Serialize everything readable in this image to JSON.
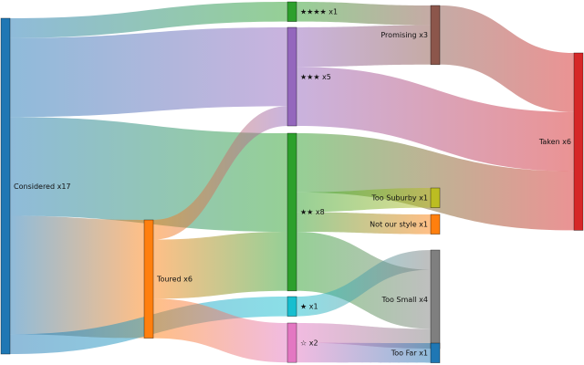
{
  "chart_data": {
    "type": "sankey",
    "nodes": [
      {
        "id": "considered",
        "label": "Considered x17",
        "column": 0,
        "color": "#1f77b4"
      },
      {
        "id": "toured",
        "label": "Toured x6",
        "column": 1,
        "color": "#ff7f0e"
      },
      {
        "id": "r4",
        "label": "★★★★ x1",
        "column": 2,
        "color": "#2ca02c"
      },
      {
        "id": "r3",
        "label": "★★★ x5",
        "column": 2,
        "color": "#9467bd"
      },
      {
        "id": "r2",
        "label": "★★ x8",
        "column": 2,
        "color": "#2ca02c"
      },
      {
        "id": "r1",
        "label": "★ x1",
        "column": 2,
        "color": "#17becf"
      },
      {
        "id": "r0",
        "label": "☆ x2",
        "column": 2,
        "color": "#e377c2"
      },
      {
        "id": "promising",
        "label": "Promising x3",
        "column": 3,
        "color": "#8c564b"
      },
      {
        "id": "suburby",
        "label": "Too Suburby x1",
        "column": 3,
        "color": "#bcbd22"
      },
      {
        "id": "notstyle",
        "label": "Not our style x1",
        "column": 3,
        "color": "#ff7f0e"
      },
      {
        "id": "toosmall",
        "label": "Too Small x4",
        "column": 3,
        "color": "#7f7f7f"
      },
      {
        "id": "toofar",
        "label": "Too Far x1",
        "column": 3,
        "color": "#1f77b4"
      },
      {
        "id": "taken",
        "label": "Taken x6",
        "column": 4,
        "color": "#d62728"
      }
    ],
    "links": [
      {
        "source": "considered",
        "target": "r4",
        "value": 1
      },
      {
        "source": "considered",
        "target": "r3",
        "value": 4
      },
      {
        "source": "considered",
        "target": "r2",
        "value": 5
      },
      {
        "source": "considered",
        "target": "toured",
        "value": 6
      },
      {
        "source": "considered",
        "target": "r1",
        "value": 1
      },
      {
        "source": "toured",
        "target": "r3",
        "value": 1
      },
      {
        "source": "toured",
        "target": "r2",
        "value": 3
      },
      {
        "source": "toured",
        "target": "r0",
        "value": 2
      },
      {
        "source": "r4",
        "target": "promising",
        "value": 1
      },
      {
        "source": "r3",
        "target": "promising",
        "value": 2
      },
      {
        "source": "r3",
        "target": "taken",
        "value": 3
      },
      {
        "source": "r2",
        "target": "taken",
        "value": 3
      },
      {
        "source": "r2",
        "target": "suburby",
        "value": 1
      },
      {
        "source": "r2",
        "target": "notstyle",
        "value": 1
      },
      {
        "source": "r2",
        "target": "toosmall",
        "value": 3
      },
      {
        "source": "r1",
        "target": "toosmall",
        "value": 1
      },
      {
        "source": "r0",
        "target": "toosmall",
        "value": 1
      },
      {
        "source": "r0",
        "target": "toofar",
        "value": 1
      },
      {
        "source": "promising",
        "target": "taken",
        "value": 3
      }
    ]
  }
}
